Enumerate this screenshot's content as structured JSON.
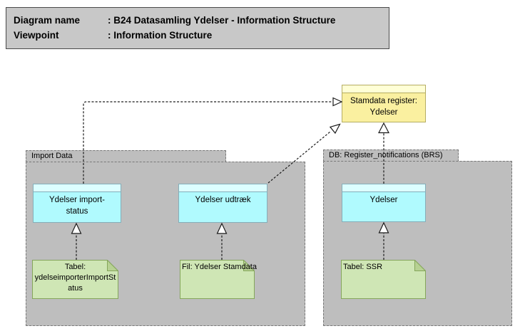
{
  "header": {
    "rows": [
      {
        "label": "Diagram name",
        "value": ": B24 Datasamling Ydelser - Information Structure"
      },
      {
        "label": "Viewpoint",
        "value": ": Information Structure"
      }
    ]
  },
  "groups": {
    "import_data": {
      "label": "Import Data"
    },
    "db_register": {
      "label": "DB: Register_notifications (BRS)"
    }
  },
  "objects": {
    "stamdata_register": {
      "label": "Stamdata register:\nYdelser"
    },
    "ydelser_import_status": {
      "label": "Ydelser import-\nstatus"
    },
    "ydelser_udtraek": {
      "label": "Ydelser udtræk"
    },
    "ydelser": {
      "label": "Ydelser"
    }
  },
  "notes": {
    "tabel_import_status": {
      "label": "Tabel:\nydelseimporterImportStatus"
    },
    "fil_ydelser_stamdata": {
      "label": "Fil: Ydelser Stamdata"
    },
    "tabel_ssr": {
      "label": "Tabel: SSR"
    }
  },
  "connectors": [
    {
      "from": "ydelser_import_status",
      "to": "stamdata_register",
      "type": "realization-dotted"
    },
    {
      "from": "ydelser_udtraek",
      "to": "stamdata_register",
      "type": "realization-dotted"
    },
    {
      "from": "ydelser",
      "to": "stamdata_register",
      "type": "realization-dotted"
    },
    {
      "from": "tabel_import_status",
      "to": "ydelser_import_status",
      "type": "realization-dotted"
    },
    {
      "from": "fil_ydelser_stamdata",
      "to": "ydelser_udtraek",
      "type": "realization-dotted"
    },
    {
      "from": "tabel_ssr",
      "to": "ydelser",
      "type": "realization-dotted"
    }
  ],
  "colors": {
    "canvas_bg": "#ffffff",
    "header_fill": "#c8c8c8",
    "header_border": "#4a4a4a",
    "group_fill": "#bebebe",
    "group_border": "#787878",
    "object_cyan_fill": "#b0fafe",
    "object_cyan_band": "#dcfeff",
    "object_cyan_border": "#85aeb9",
    "object_yellow_fill": "#faf0a0",
    "object_yellow_band": "#ffffd6",
    "object_yellow_border": "#b5ad62",
    "note_green_fill": "#cfe6b5",
    "note_green_border": "#85a65b",
    "note_fold_fill": "#b7d193",
    "connector": "#1a1a1a"
  }
}
